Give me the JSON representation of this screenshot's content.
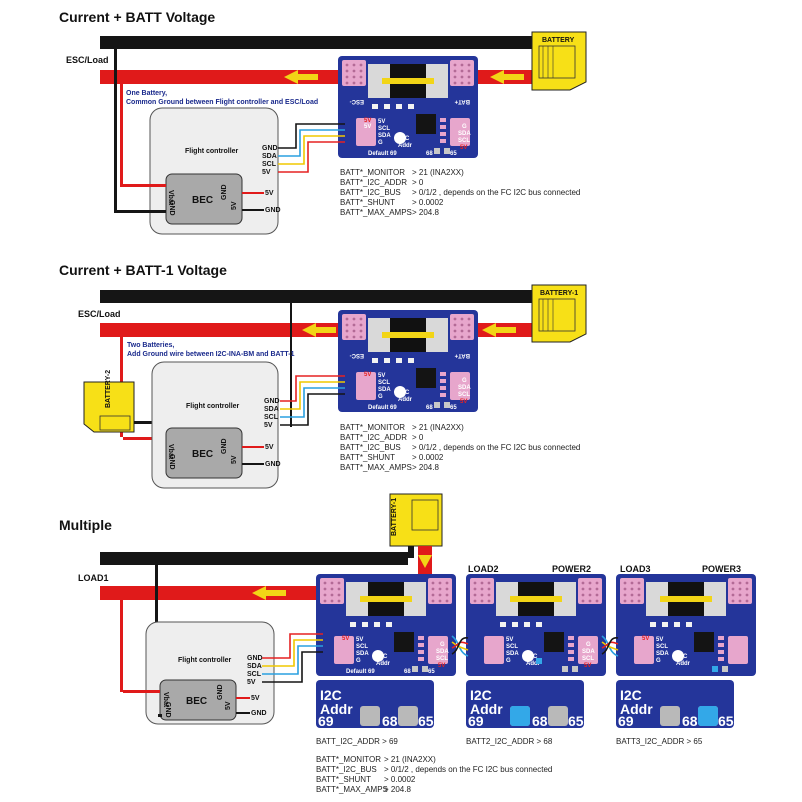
{
  "section1": {
    "title": "Current + BATT Voltage",
    "esc_load": "ESC/Load",
    "battery": "BATTERY",
    "note_line1": "One Battery,",
    "note_line2": "Common Ground between Flight controller and ESC/Load",
    "fc_label": "Flight controller",
    "params": [
      "BATT*_MONITOR",
      "BATT*_I2C_ADDR",
      "BATT*_I2C_BUS",
      "BATT*_SHUNT",
      "BATT*_MAX_AMPS"
    ],
    "values": [
      "> 21  (INA2XX)",
      "> 0",
      "> 0/1/2 , depends on the FC I2C bus connected",
      "> 0.0002",
      "> 204.8"
    ]
  },
  "section2": {
    "title": "Current + BATT-1 Voltage",
    "esc_load": "ESC/Load",
    "battery": "BATTERY-1",
    "battery2": "BATTERY-2",
    "note_line1": "Two Batteries,",
    "note_line2": "Add Ground wire between I2C-INA-BM and BATT-1",
    "fc_label": "Flight controller",
    "params": [
      "BATT*_MONITOR",
      "BATT*_I2C_ADDR",
      "BATT*_I2C_BUS",
      "BATT*_SHUNT",
      "BATT*_MAX_AMPS"
    ],
    "values": [
      "> 21  (INA2XX)",
      "> 0",
      "> 0/1/2 , depends on the FC I2C bus connected",
      "> 0.0002",
      "> 204.8"
    ]
  },
  "section3": {
    "title": "Multiple",
    "load1": "LOAD1",
    "load2": "LOAD2",
    "load3": "LOAD3",
    "power2": "POWER2",
    "power3": "POWER3",
    "battery": "BATTERY-1",
    "fc_label": "Flight controller",
    "addr1": "BATT_I2C_ADDR  > 69",
    "addr2": "BATT2_I2C_ADDR  > 68",
    "addr3": "BATT3_I2C_ADDR  > 65",
    "params": [
      "BATT*_MONITOR",
      "BATT*_I2C_BUS",
      "BATT*_SHUNT",
      "BATT*_MAX_AMPS"
    ],
    "values": [
      "> 21  (INA2XX)",
      "> 0/1/2 , depends on the FC I2C bus connected",
      "> 0.0002",
      "> 204.8"
    ]
  },
  "bec": {
    "label": "BEC",
    "vbat": "Vbat",
    "gnd": "GND",
    "out5v": "5V"
  },
  "fc_pins": [
    "GND",
    "SDA",
    "SCL",
    "5V"
  ],
  "bec_pins": [
    "5V",
    "GND"
  ],
  "pcb": {
    "esc_side": "ESC-",
    "batt_side": "BAT+",
    "pins_left": [
      "5V",
      "SCL",
      "SDA",
      "G"
    ],
    "pins_right": [
      "G",
      "SDA",
      "SCL",
      "5V"
    ],
    "i2c": "I2C",
    "addr": "Addr",
    "default": "Default 69",
    "a68": "68",
    "a65": "65",
    "a69": "69"
  },
  "colors": {
    "wire_black": "#151515",
    "wire_red": "#e01a1a",
    "arrow": "#f2d516",
    "pcb_blue": "#24359a",
    "battery_yellow": "#f7e017",
    "fc_grey": "#eeeeee",
    "bec_grey": "#a9a9a9",
    "sig_red": "#e52222",
    "sig_yellow": "#f0c800",
    "sig_blue": "#2aa0e0",
    "sig_white": "#dddddd",
    "pad_pink": "#e7a6cc",
    "led_blue": "#33a8e8"
  }
}
